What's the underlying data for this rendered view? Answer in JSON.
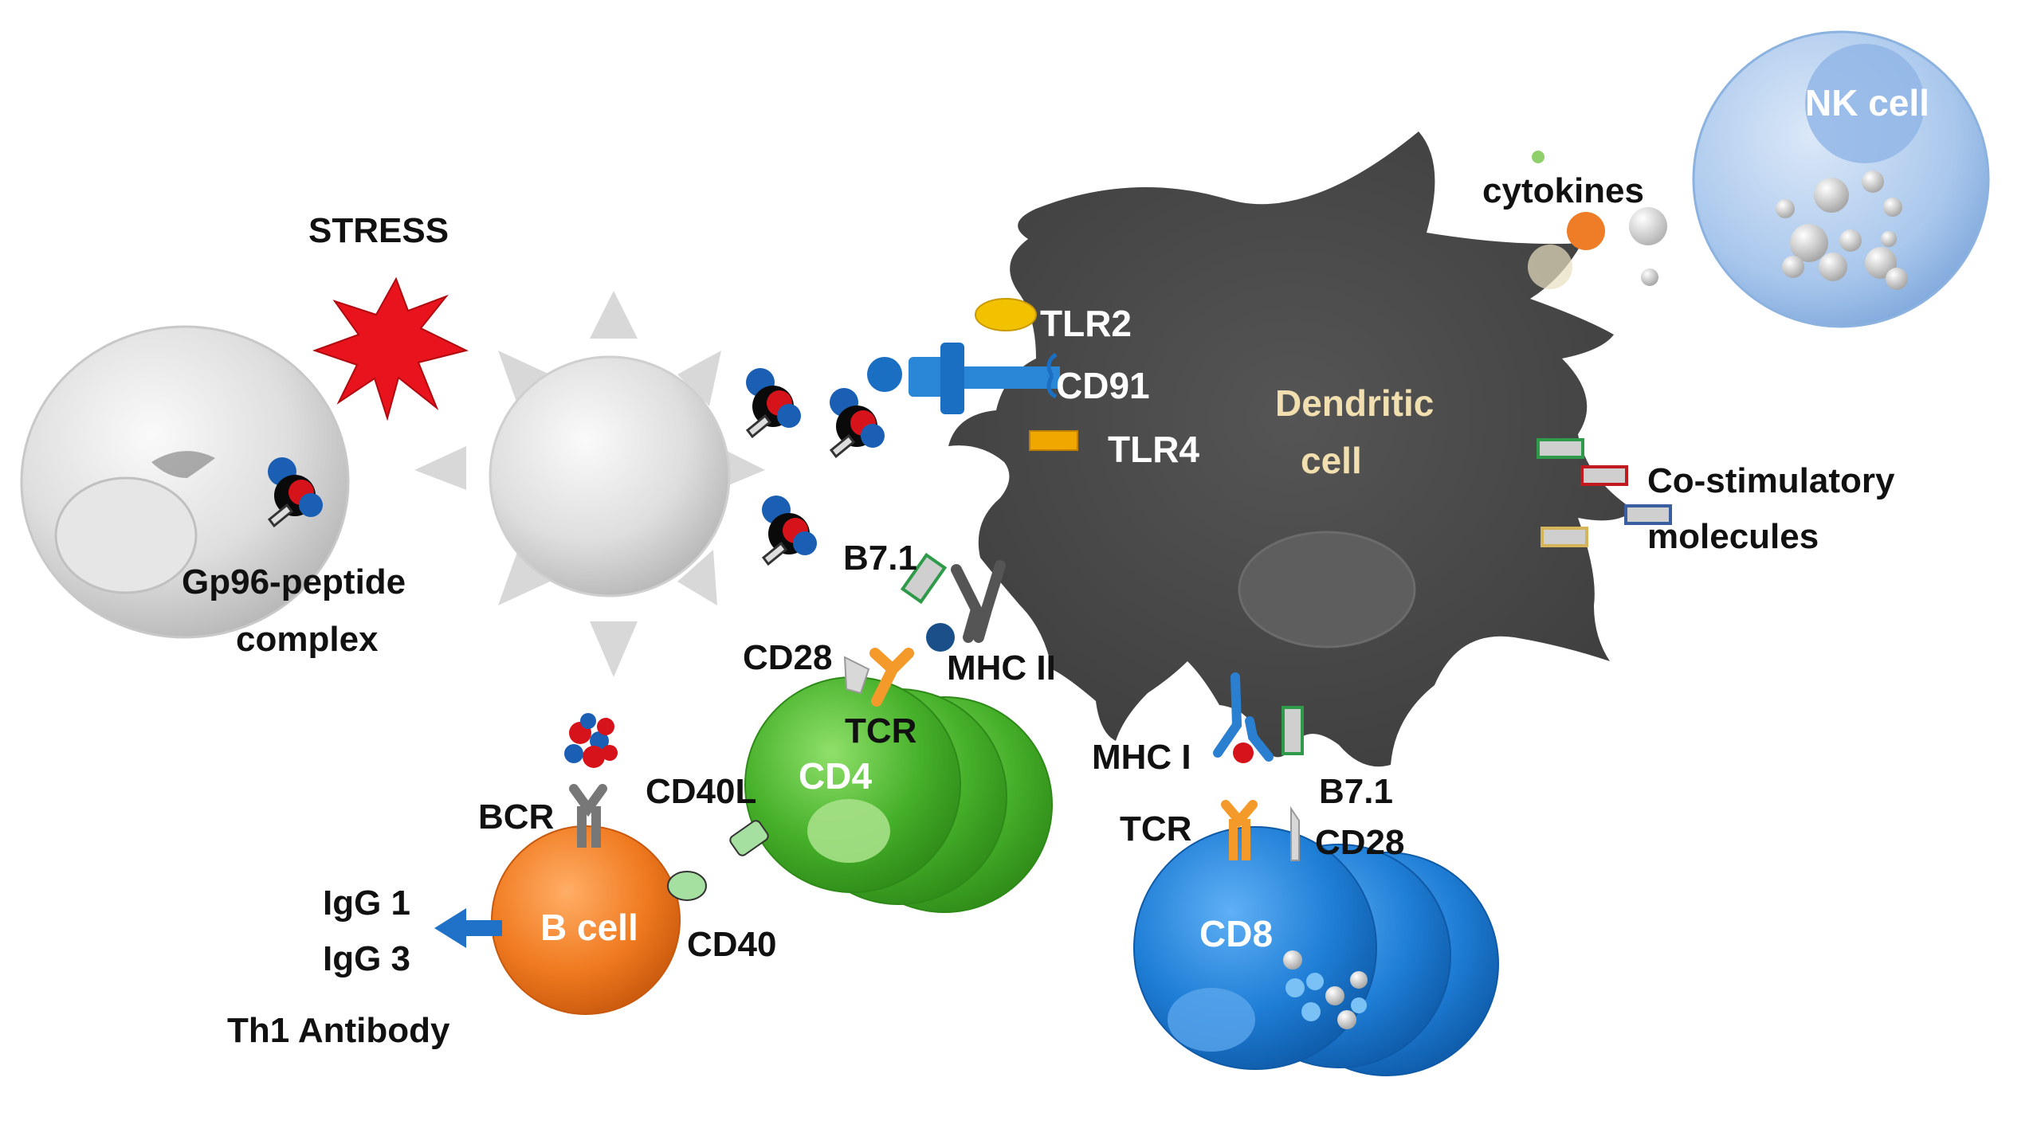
{
  "labels": {
    "stress": "STRESS",
    "gp96_line1": "Gp96-peptide",
    "gp96_line2": "complex",
    "tlr2": "TLR2",
    "cd91": "CD91",
    "tlr4": "TLR4",
    "dendritic_line1": "Dendritic",
    "dendritic_line2": "cell",
    "cytokines": "cytokines",
    "nk_cell": "NK cell",
    "costim_line1": "Co-stimulatory",
    "costim_line2": "molecules",
    "b71_cd4": "B7.1",
    "cd28_cd4": "CD28",
    "mhc_ii": "MHC II",
    "tcr_cd4": "TCR",
    "cd4": "CD4",
    "bcr": "BCR",
    "cd40l": "CD40L",
    "cd40": "CD40",
    "b_cell": "B cell",
    "igg1": "IgG 1",
    "igg3": "IgG 3",
    "th1_antibody": "Th1 Antibody",
    "mhc_i": "MHC I",
    "tcr_cd8": "TCR",
    "b71_cd8": "B7.1",
    "cd28_cd8": "CD28",
    "cd8": "CD8"
  },
  "colors": {
    "dendritic": "#4d4d4d",
    "dendritic_label": "#f2dfb0",
    "cd4": "#4db82e",
    "cd8": "#1f7ed6",
    "b_cell": "#f07a20",
    "nk_cell": "#a9c7ec",
    "stress": "#e8131c",
    "gray_cell": "#d6d6d6",
    "tlr2": "#f2c200",
    "tlr4": "#f0a800"
  }
}
